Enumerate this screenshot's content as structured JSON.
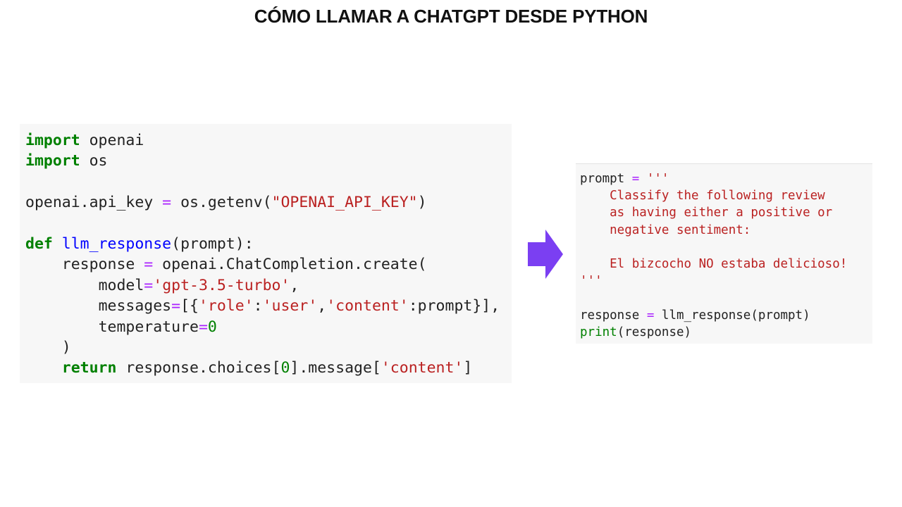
{
  "slide": {
    "title": "CÓMO LLAMAR A CHATGPT DESDE PYTHON"
  },
  "left_code": {
    "l1": {
      "kw": "import",
      "rest": " openai"
    },
    "l2": {
      "kw": "import",
      "rest": " os"
    },
    "l4": {
      "a": "openai.api_key ",
      "op": "=",
      "b": " os.getenv(",
      "str": "\"OPENAI_API_KEY\"",
      "c": ")"
    },
    "l6": {
      "kw": "def",
      "sp": " ",
      "fn": "llm_response",
      "rest": "(prompt):"
    },
    "l7": {
      "indent": "    ",
      "a": "response ",
      "op": "=",
      "b": " openai.ChatCompletion.create("
    },
    "l8": {
      "indent": "        ",
      "a": "model",
      "op": "=",
      "str": "'gpt-3.5-turbo'",
      "b": ","
    },
    "l9": {
      "indent": "        ",
      "a": "messages",
      "op": "=",
      "b": "[{",
      "s1": "'role'",
      "c1": ":",
      "s2": "'user'",
      "c2": ",",
      "s3": "'content'",
      "c3": ":prompt}],"
    },
    "l10": {
      "indent": "        ",
      "a": "temperature",
      "op": "=",
      "num": "0"
    },
    "l11": {
      "indent": "    ",
      "a": ")"
    },
    "l12": {
      "indent": "    ",
      "kw": "return",
      "a": " response.choices[",
      "num": "0",
      "b": "].message[",
      "str": "'content'",
      "c": "]"
    }
  },
  "right_code": {
    "l1": {
      "a": "prompt ",
      "op": "=",
      "sp": " ",
      "str": "'''"
    },
    "l2": {
      "str": "    Classify the following review"
    },
    "l3": {
      "str": "    as having either a positive or"
    },
    "l4": {
      "str": "    negative sentiment:"
    },
    "l6": {
      "str": "    El bizcocho NO estaba delicioso!"
    },
    "l7": {
      "str": "'''"
    },
    "l9": {
      "a": "response ",
      "op": "=",
      "b": " llm_response(prompt)"
    },
    "l10": {
      "builtin": "print",
      "a": "(response)"
    }
  },
  "colors": {
    "keyword": "#008000",
    "function": "#0000ff",
    "string": "#ba2121",
    "operator": "#aa22ff",
    "arrow": "#7b3ff2"
  },
  "icons": {
    "arrow": "right-arrow-icon"
  }
}
